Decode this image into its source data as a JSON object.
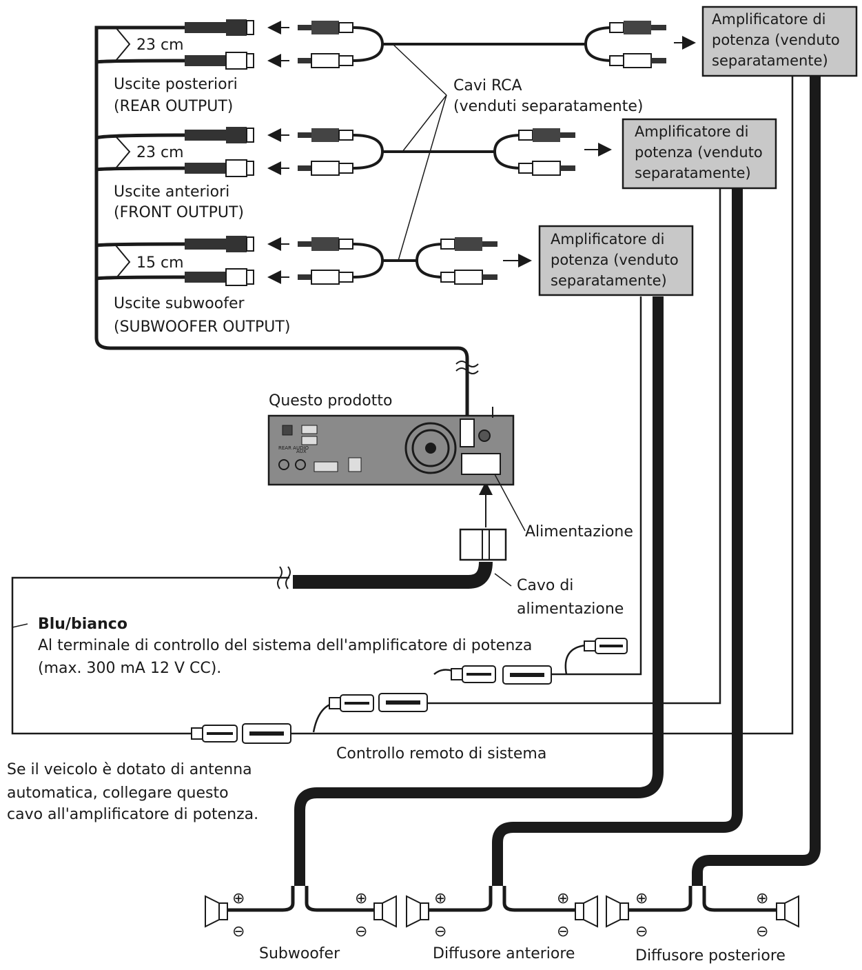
{
  "rca_outputs": [
    {
      "length": "23 cm",
      "label_it": "Uscite posteriori",
      "label_en": "(REAR OUTPUT)"
    },
    {
      "length": "23 cm",
      "label_it": "Uscite anteriori",
      "label_en": "(FRONT OUTPUT)"
    },
    {
      "length": "15 cm",
      "label_it": "Uscite subwoofer",
      "label_en": "(SUBWOOFER OUTPUT)"
    }
  ],
  "rca_cables": {
    "line1": "Cavi RCA",
    "line2": "(venduti separatamente)"
  },
  "amplifiers": [
    {
      "line1": "Amplificatore di",
      "line2": "potenza (venduto",
      "line3": "separatamente)"
    },
    {
      "line1": "Amplificatore di",
      "line2": "potenza (venduto",
      "line3": "separatamente)"
    },
    {
      "line1": "Amplificatore di",
      "line2": "potenza (venduto",
      "line3": "separatamente)"
    }
  ],
  "product": {
    "label": "Questo prodotto",
    "rear_audio_label": "REAR AUDIO",
    "aux_label": "AUX"
  },
  "power": {
    "alimentazione": "Alimentazione",
    "cable_line1": "Cavo di",
    "cable_line2": "alimentazione"
  },
  "blue_white": {
    "title": "Blu/bianco",
    "line1": "Al terminale di controllo del sistema dell'amplificatore di potenza",
    "line2": "(max. 300 mA 12 V CC)."
  },
  "remote_control": "Controllo remoto di sistema",
  "antenna_note": {
    "line1": "Se il veicolo è dotato di antenna",
    "line2": "automatica, collegare questo",
    "line3": "cavo all'amplificatore di potenza."
  },
  "speakers": [
    {
      "label": "Subwoofer",
      "plus": "⊕",
      "minus": "⊖"
    },
    {
      "label": "Diffusore anteriore",
      "plus": "⊕",
      "minus": "⊖"
    },
    {
      "label": "Diffusore posteriore",
      "plus": "⊕",
      "minus": "⊖"
    }
  ],
  "arrow_glyph": "←"
}
